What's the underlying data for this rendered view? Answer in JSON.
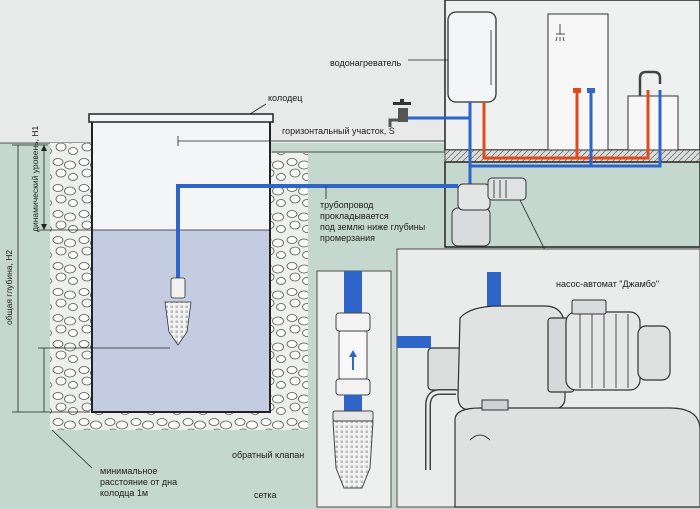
{
  "labels": {
    "water_heater": "водонагреватель",
    "well": "колодец",
    "horizontal_section": "горизонтальный участок, S",
    "pipeline_line1": "трубопровод",
    "pipeline_line2": "прокладывается",
    "pipeline_line3": "под землю ниже глубины",
    "pipeline_line4": "промерзания",
    "pump": "насос-автомат \"Джамбо\"",
    "total_depth": "общая глубина, H2",
    "dynamic_level": "динамический уровень, H1",
    "min_distance_line1": "минимальное",
    "min_distance_line2": "расстояние от дна",
    "min_distance_line3": "колодца 1м",
    "check_valve": "обратный клапан",
    "strainer": "сетка"
  },
  "colors": {
    "cold_pipe": "#2f64c8",
    "hot_pipe": "#e24a1c",
    "ground": "#c5d8d0",
    "well_water": "#c3cce0",
    "background": "#e7eae8"
  }
}
